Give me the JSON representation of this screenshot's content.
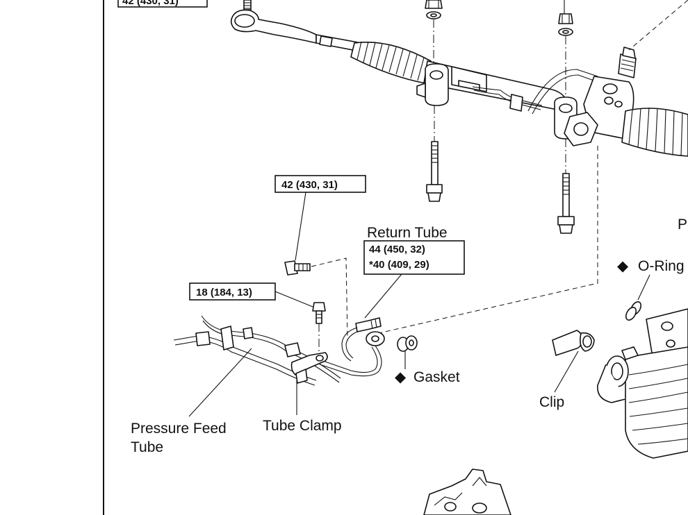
{
  "labels": {
    "return_tube": "Return Tube",
    "pressure_feed_tube_line1": "Pressure Feed",
    "pressure_feed_tube_line2": "Tube",
    "tube_clamp": "Tube Clamp",
    "gasket": "Gasket",
    "clip": "Clip",
    "o_ring": "O-Ring",
    "partial_p": "P"
  },
  "symbols": {
    "non_reusable": "◆"
  },
  "torque_specs": {
    "top_left": "42 (430, 31)",
    "bolt_42": "42 (430, 31)",
    "return_tube_line1": "44 (450, 32)",
    "return_tube_line2": "*40 (409, 29)",
    "bolt_18": "18 (184, 13)"
  }
}
